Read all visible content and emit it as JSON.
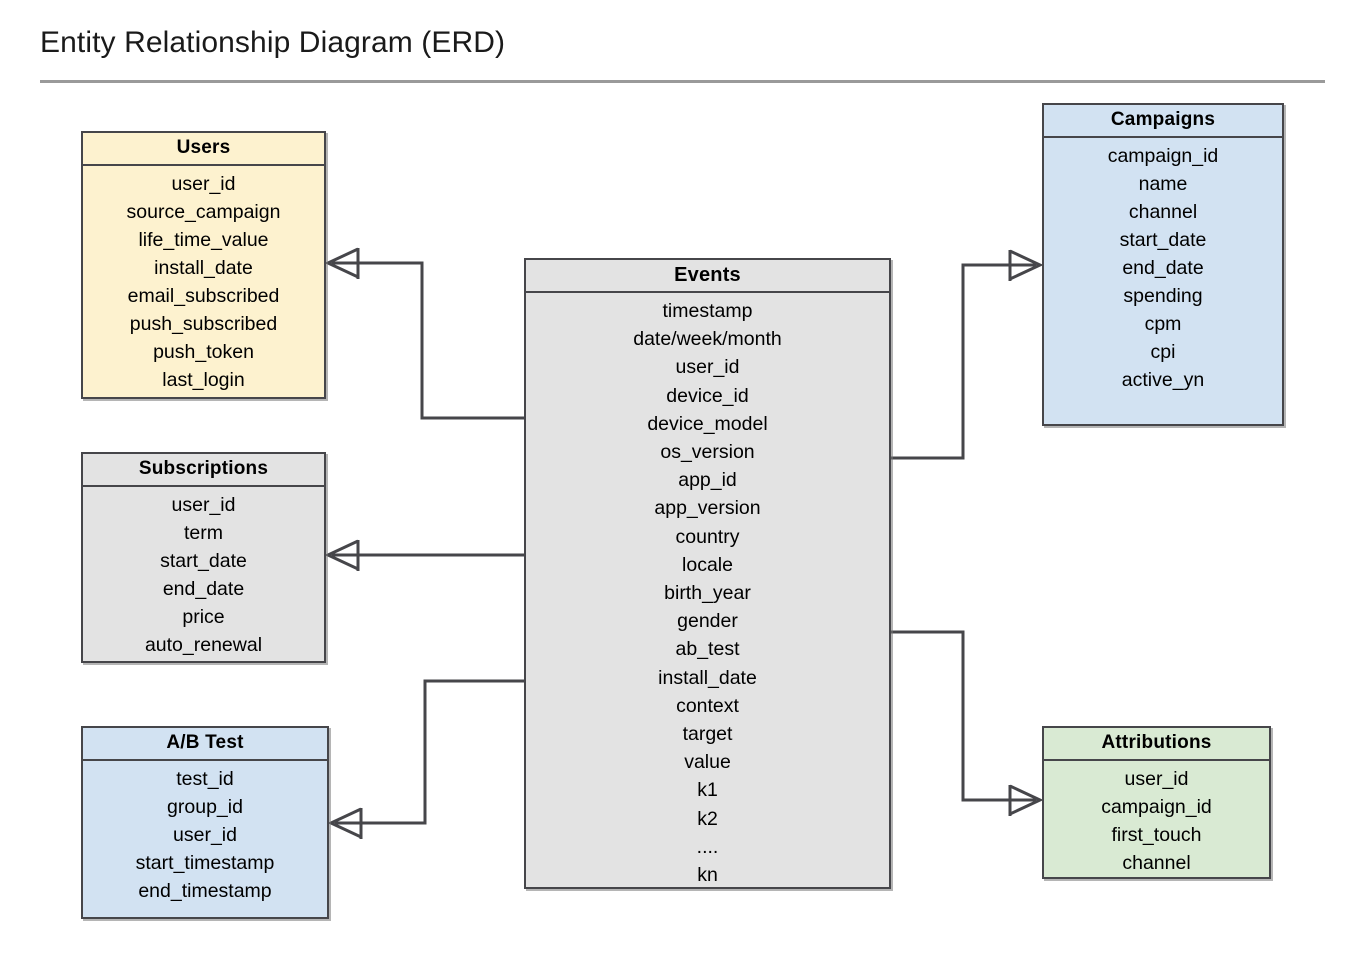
{
  "page": {
    "title": "Entity Relationship Diagram (ERD)"
  },
  "colors": {
    "users_fill": "#fdf2cf",
    "subscriptions_fill": "#e3e3e3",
    "abtest_fill": "#d2e2f2",
    "events_fill": "#e3e3e3",
    "campaigns_fill": "#d2e2f2",
    "attributions_fill": "#d9ead3",
    "border": "#46464a",
    "rule": "#9a9a9a"
  },
  "entities": {
    "users": {
      "name": "Users",
      "fields": [
        "user_id",
        "source_campaign",
        "life_time_value",
        "install_date",
        "email_subscribed",
        "push_subscribed",
        "push_token",
        "last_login"
      ]
    },
    "subscriptions": {
      "name": "Subscriptions",
      "fields": [
        "user_id",
        "term",
        "start_date",
        "end_date",
        "price",
        "auto_renewal"
      ]
    },
    "abtest": {
      "name": "A/B Test",
      "fields": [
        "test_id",
        "group_id",
        "user_id",
        "start_timestamp",
        "end_timestamp"
      ]
    },
    "events": {
      "name": "Events",
      "fields": [
        "timestamp",
        "date/week/month",
        "user_id",
        "device_id",
        "device_model",
        "os_version",
        "app_id",
        "app_version",
        "country",
        "locale",
        "birth_year",
        "gender",
        "ab_test",
        "install_date",
        "context",
        "target",
        "value",
        "k1",
        "k2",
        "....",
        "kn"
      ]
    },
    "campaigns": {
      "name": "Campaigns",
      "fields": [
        "campaign_id",
        "name",
        "channel",
        "start_date",
        "end_date",
        "spending",
        "cpm",
        "cpi",
        "active_yn"
      ]
    },
    "attributions": {
      "name": "Attributions",
      "fields": [
        "user_id",
        "campaign_id",
        "first_touch",
        "channel"
      ]
    }
  },
  "relationships": [
    {
      "id": "users-events",
      "from": "Events",
      "to": "Users",
      "to_cardinality": "many"
    },
    {
      "id": "subscriptions-events",
      "from": "Events",
      "to": "Subscriptions",
      "to_cardinality": "many"
    },
    {
      "id": "abtest-events",
      "from": "Events",
      "to": "A/B Test",
      "to_cardinality": "many"
    },
    {
      "id": "events-campaigns",
      "from": "Events",
      "to": "Campaigns",
      "to_cardinality": "many"
    },
    {
      "id": "events-attributions",
      "from": "Events",
      "to": "Attributions",
      "to_cardinality": "many"
    }
  ]
}
